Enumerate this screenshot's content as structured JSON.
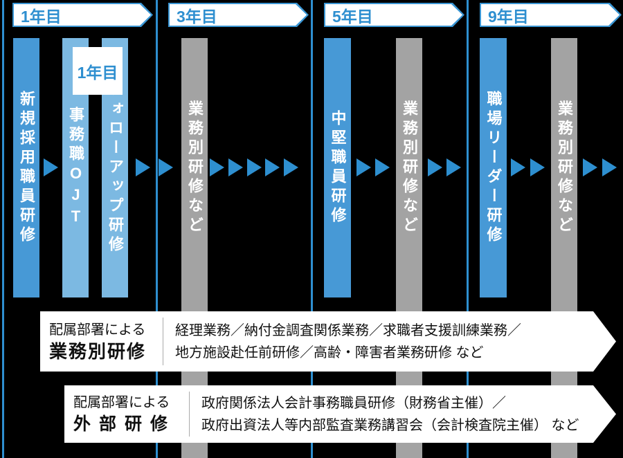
{
  "colors": {
    "background": "#000000",
    "accent_blue": "#2e8fd0",
    "banner_border_blue": "#3a96d4",
    "bar_medium_blue": "#4799d6",
    "bar_light_blue": "#7cb9e2",
    "bar_gray": "#a3a3a3",
    "callout_background": "#ffffff",
    "callout_text": "#111111"
  },
  "banners": {
    "items": [
      "1年目",
      "3年目",
      "5年目",
      "9年目"
    ]
  },
  "year1_badge": "1年目",
  "bars": {
    "new_employee": "新規採用職員研修",
    "office_ojt": "事務職OJT",
    "follow_up": "フォローアップ研修",
    "duty_training_1": "業務別研修など",
    "mid_career": "中堅職員研修",
    "duty_training_2": "業務別研修など",
    "workplace_leader": "職場リーダー研修",
    "duty_training_3": "業務別研修など"
  },
  "callouts": {
    "duty": {
      "category": "配属部署による",
      "title": "業務別研修",
      "line1": "経理業務／納付金調査関係業務／求職者支援訓練業務／",
      "line2": "地方施設赴任前研修／高齢・障害者業務研修 など"
    },
    "external": {
      "category": "配属部署による",
      "title": "外部研修",
      "line1": "政府関係法人会計事務職員研修（財務省主催）／",
      "line2": "政府出資法人等内部監査業務講習会（会計検査院主催） など"
    }
  }
}
